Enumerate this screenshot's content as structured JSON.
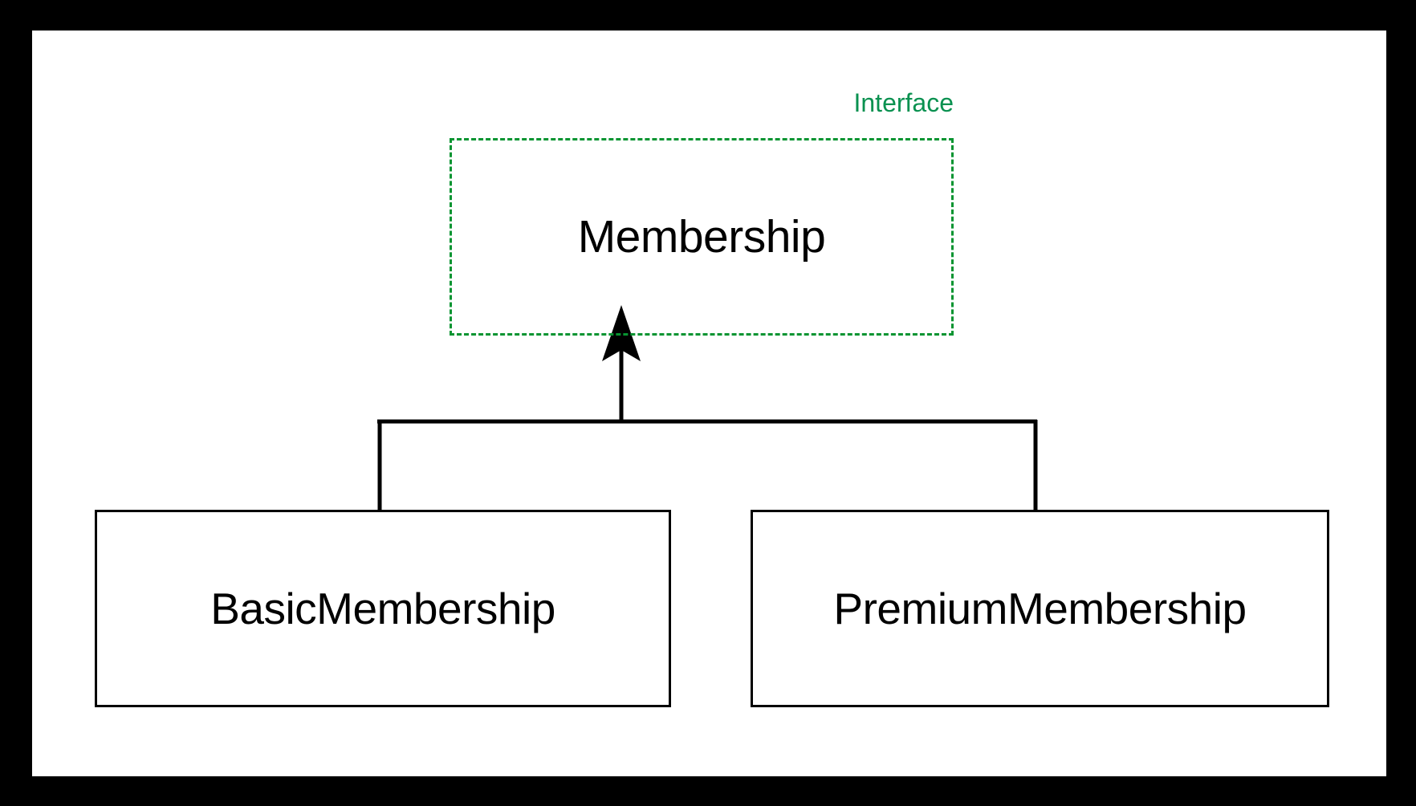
{
  "diagram": {
    "kind": "uml-class-diagram",
    "background_color": "#000000",
    "canvas_color": "#ffffff",
    "nodes": [
      {
        "id": "membership",
        "name": "Membership",
        "stereotype": "Interface",
        "style": "dashed",
        "border_color": "#089431",
        "stereotype_color": "#0a9150",
        "text_color": "#000000"
      },
      {
        "id": "basic",
        "name": "BasicMembership",
        "stereotype": "",
        "style": "solid",
        "border_color": "#000000",
        "text_color": "#000000"
      },
      {
        "id": "premium",
        "name": "PremiumMembership",
        "stereotype": "",
        "style": "solid",
        "border_color": "#000000",
        "text_color": "#000000"
      }
    ],
    "edges": [
      {
        "id": "basic-implements-membership",
        "from": "basic",
        "to": "membership",
        "relation": "implements",
        "arrowhead": "filled-triangle",
        "line": "solid",
        "color": "#000000"
      },
      {
        "id": "premium-implements-membership",
        "from": "premium",
        "to": "membership",
        "relation": "implements",
        "arrowhead": "filled-triangle",
        "line": "solid",
        "color": "#000000"
      }
    ]
  }
}
